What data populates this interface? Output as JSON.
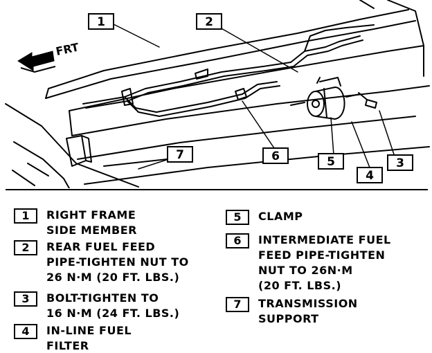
{
  "direction_label": "FRT",
  "callouts": [
    {
      "number": "1"
    },
    {
      "number": "2"
    },
    {
      "number": "3"
    },
    {
      "number": "4"
    },
    {
      "number": "5"
    },
    {
      "number": "6"
    },
    {
      "number": "7"
    }
  ],
  "legend": [
    {
      "number": "1",
      "text": "RIGHT FRAME\nSIDE MEMBER"
    },
    {
      "number": "2",
      "text": "REAR FUEL FEED\nPIPE-TIGHTEN NUT TO\n26 N·m (20 FT. LBS.)"
    },
    {
      "number": "3",
      "text": "BOLT-TIGHTEN TO\n16 N·m (24 FT. LBS.)"
    },
    {
      "number": "4",
      "text": "IN-LINE FUEL\nFILTER"
    },
    {
      "number": "5",
      "text": "CLAMP"
    },
    {
      "number": "6",
      "text": "INTERMEDIATE FUEL\nFEED PIPE-TIGHTEN\nNUT TO 26N·m\n(20 FT. LBS.)"
    },
    {
      "number": "7",
      "text": "TRANSMISSION\nSUPPORT"
    }
  ]
}
